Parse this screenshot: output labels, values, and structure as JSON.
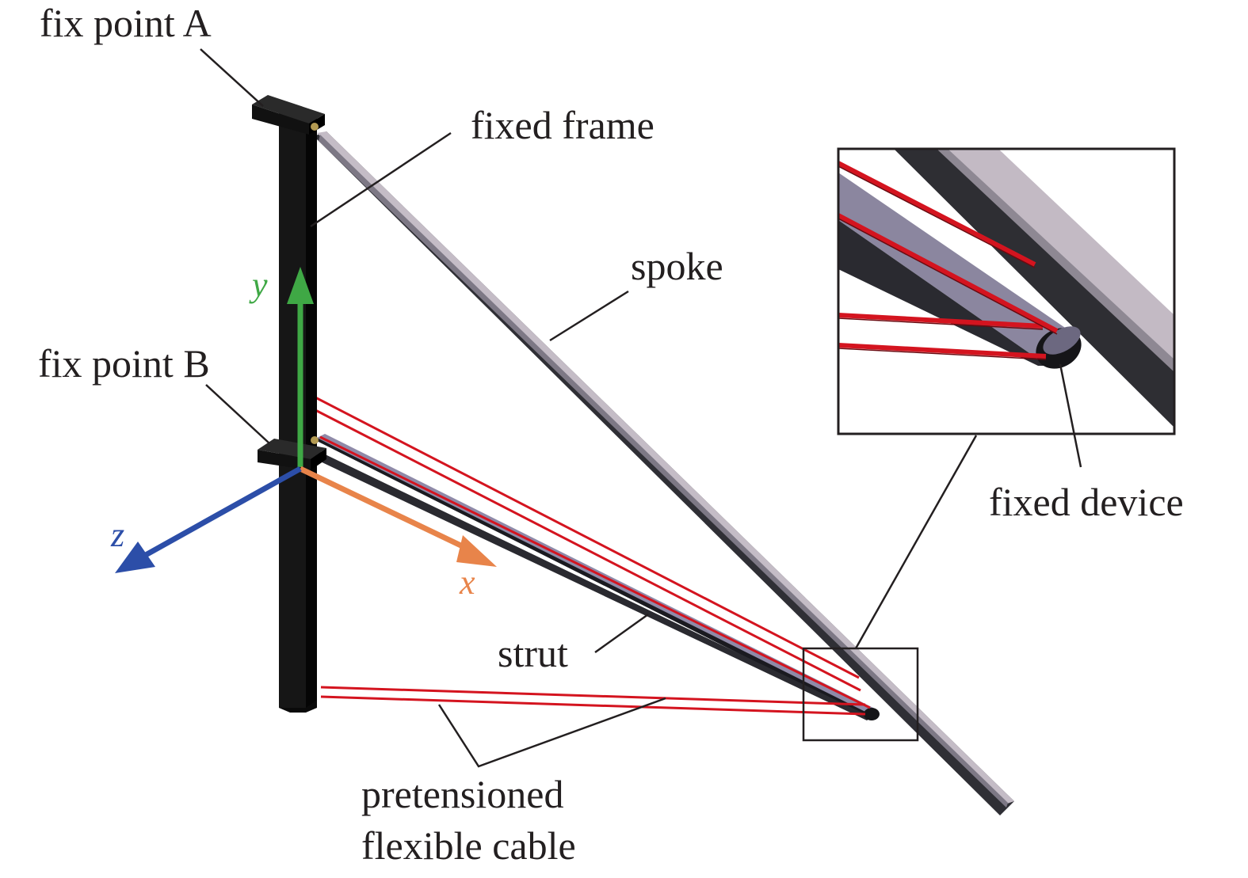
{
  "labels": {
    "fix_point_a": "fix point A",
    "fixed_frame": "fixed frame",
    "spoke": "spoke",
    "fix_point_b": "fix point B",
    "fixed_device": "fixed device",
    "strut": "strut",
    "cable_line1": "pretensioned",
    "cable_line2": "flexible cable"
  },
  "axes": {
    "x": "x",
    "y": "y",
    "z": "z"
  },
  "colors": {
    "axis_x": "#e8844a",
    "axis_y": "#3fa845",
    "axis_z": "#2c4ea8",
    "cable": "#d4141f",
    "frame": "#141414",
    "spoke": "#8e8893",
    "strut": "#4a4a5e"
  }
}
